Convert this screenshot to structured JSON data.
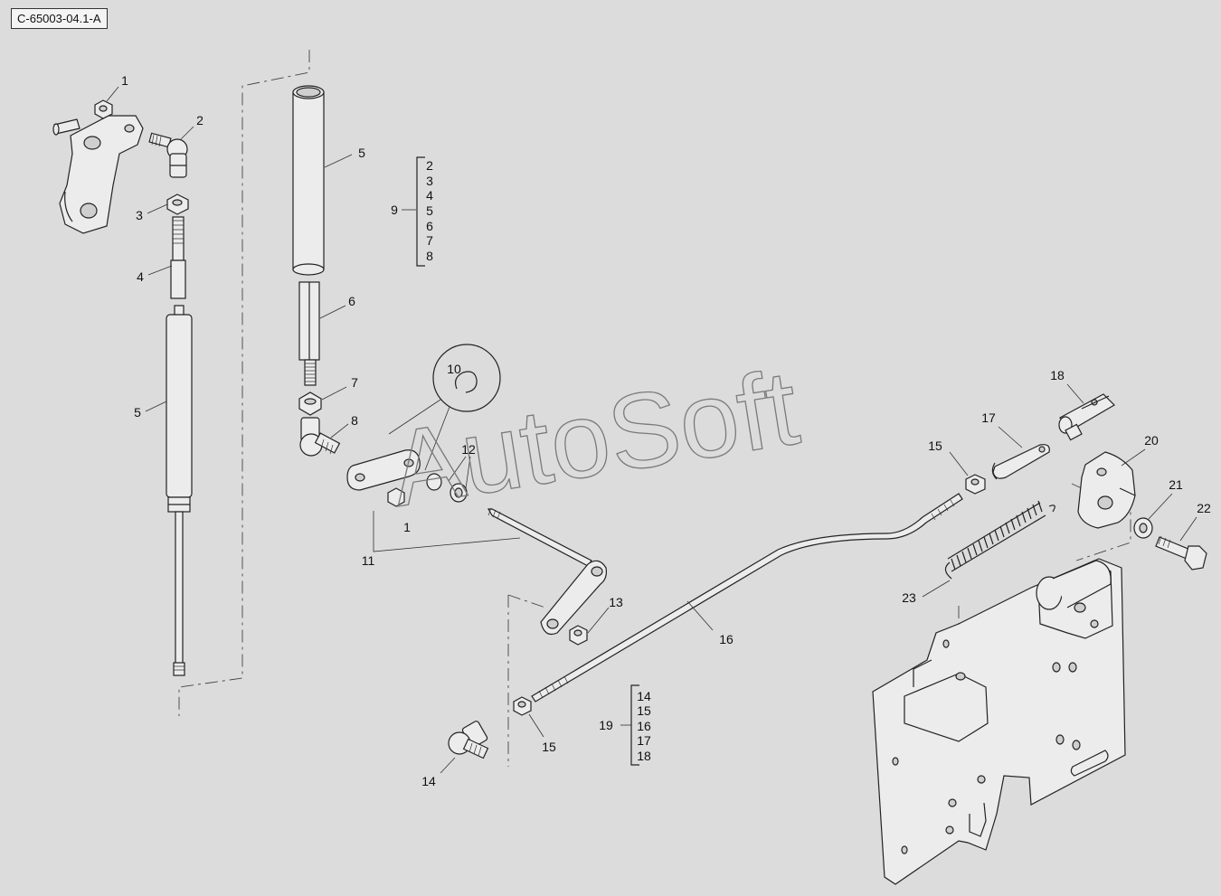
{
  "drawing": {
    "reference": "C-65003-04.1-A",
    "watermark": "AutoSoft"
  },
  "callouts": [
    {
      "id": "c1",
      "label": "1"
    },
    {
      "id": "c2",
      "label": "2"
    },
    {
      "id": "c3",
      "label": "3"
    },
    {
      "id": "c4",
      "label": "4"
    },
    {
      "id": "c5a",
      "label": "5"
    },
    {
      "id": "c5b",
      "label": "5"
    },
    {
      "id": "c6",
      "label": "6"
    },
    {
      "id": "c7",
      "label": "7"
    },
    {
      "id": "c8",
      "label": "8"
    },
    {
      "id": "c9",
      "label": "9"
    },
    {
      "id": "c10",
      "label": "10"
    },
    {
      "id": "c11",
      "label": "11"
    },
    {
      "id": "c12",
      "label": "12"
    },
    {
      "id": "c1b",
      "label": "1"
    },
    {
      "id": "c13",
      "label": "13"
    },
    {
      "id": "c14",
      "label": "14"
    },
    {
      "id": "c15a",
      "label": "15"
    },
    {
      "id": "c15b",
      "label": "15"
    },
    {
      "id": "c16",
      "label": "16"
    },
    {
      "id": "c17",
      "label": "17"
    },
    {
      "id": "c18",
      "label": "18"
    },
    {
      "id": "c19",
      "label": "19"
    },
    {
      "id": "c20",
      "label": "20"
    },
    {
      "id": "c21",
      "label": "21"
    },
    {
      "id": "c22",
      "label": "22"
    },
    {
      "id": "c23",
      "label": "23"
    }
  ],
  "assemblies": [
    {
      "id": "asm9",
      "label": "9",
      "items": [
        "2",
        "3",
        "4",
        "5",
        "6",
        "7",
        "8"
      ]
    },
    {
      "id": "asm19",
      "label": "19",
      "items": [
        "14",
        "15",
        "16",
        "17",
        "18"
      ]
    }
  ]
}
